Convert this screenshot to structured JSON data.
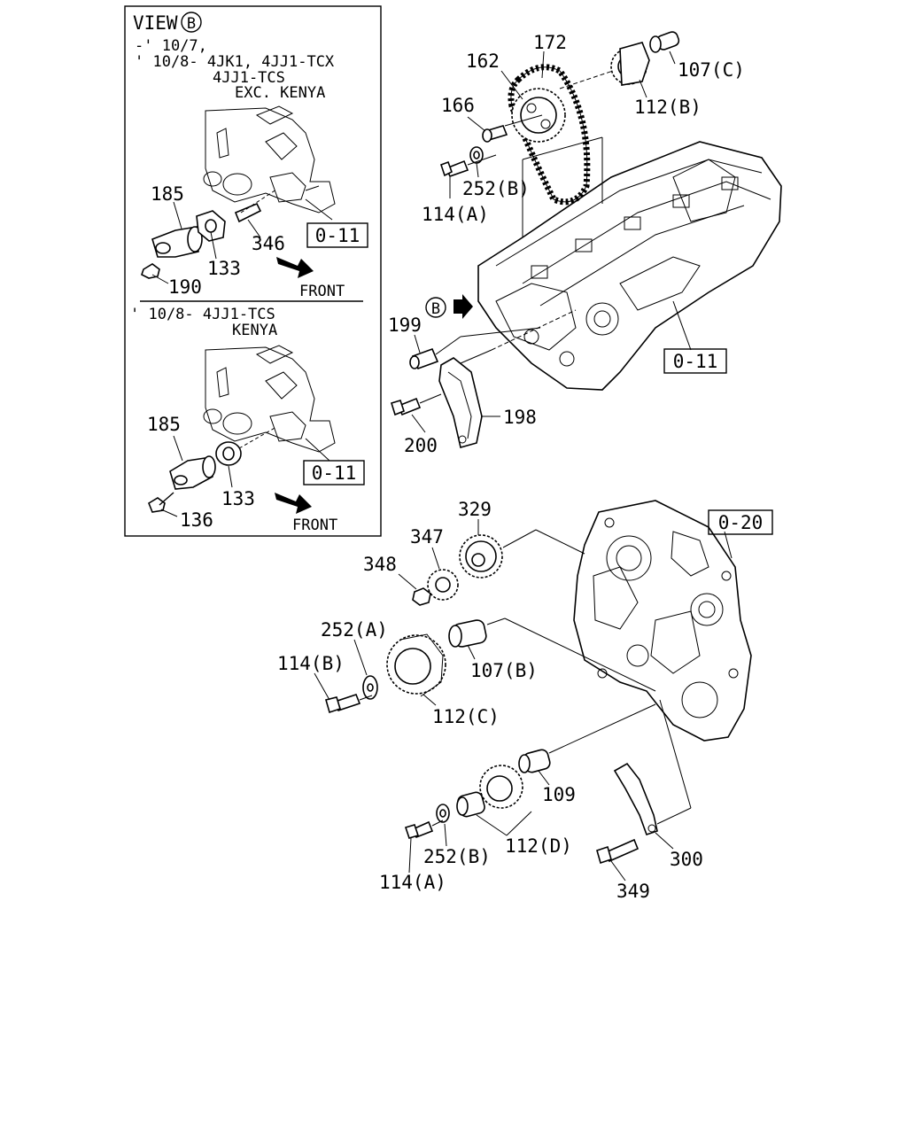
{
  "inset": {
    "view_title": "VIEW",
    "view_letter": "B",
    "upper_notes": [
      "-' 10/7,",
      "' 10/8-  4JK1, 4JJ1-TCX",
      "4JJ1-TCS",
      "EXC. KENYA"
    ],
    "lower_notes": [
      "' 10/8-  4JJ1-TCS",
      "KENYA"
    ],
    "front_upper": "FRONT",
    "front_lower": "FRONT",
    "ref_upper": "0-11",
    "ref_lower": "0-11",
    "upper_callouts": [
      "185",
      "133",
      "346",
      "190"
    ],
    "lower_callouts": [
      "185",
      "133",
      "136"
    ]
  },
  "main": {
    "ref_head": "0-11",
    "ref_case": "0-20",
    "view_marker": "B",
    "callouts": {
      "c172": "172",
      "c162": "162",
      "c107c": "107(C)",
      "c112b": "112(B)",
      "c166": "166",
      "c252b_top": "252(B)",
      "c114a_top": "114(A)",
      "c199": "199",
      "c198": "198",
      "c200": "200",
      "c329": "329",
      "c347": "347",
      "c348": "348",
      "c252a": "252(A)",
      "c114b": "114(B)",
      "c107b": "107(B)",
      "c112c": "112(C)",
      "c109": "109",
      "c252b_bot": "252(B)",
      "c112d": "112(D)",
      "c114a_bot": "114(A)",
      "c300": "300",
      "c349": "349"
    }
  }
}
